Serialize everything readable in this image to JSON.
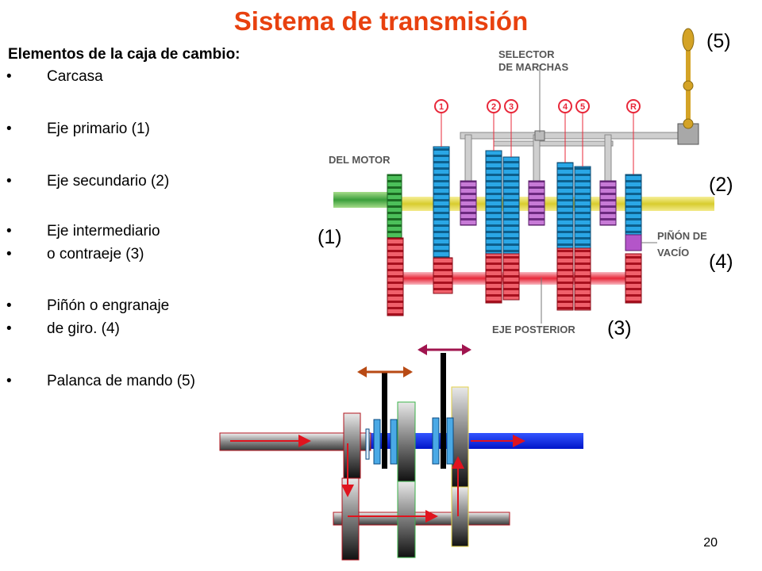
{
  "title": "Sistema de transmisión",
  "subtitle": "Elementos de la caja de cambio:",
  "bullets": [
    "Carcasa",
    "Eje primario (1)",
    "Eje secundario (2)",
    "Eje intermediario",
    "o contraeje (3)",
    "Piñón o engranaje",
    "de giro. (4)",
    "Palanca de mando (5)"
  ],
  "bullet_char": "•",
  "callouts": {
    "n1": "(1)",
    "n2": "(2)",
    "n3": "(3)",
    "n4": "(4)",
    "n5": "(5)"
  },
  "diagram_labels": {
    "selector_line1": "SELECTOR",
    "selector_line2": "DE MARCHAS",
    "motor": "DEL MOTOR",
    "pinon_line1": "PIÑÓN DE",
    "pinon_line2": "VACÍO",
    "eje_posterior": "EJE POSTERIOR",
    "gear_marks": [
      "1",
      "2",
      "3",
      "4",
      "5",
      "R"
    ]
  },
  "page_number": "20",
  "colors": {
    "title": "#e8410f",
    "gear_blue": "#2aa7e6",
    "gear_red": "#e8283a",
    "gear_green": "#3bb34a",
    "gear_purple": "#b455c9",
    "shaft_yellow": "#e8dd5a",
    "arrow_red": "#e0141e"
  }
}
